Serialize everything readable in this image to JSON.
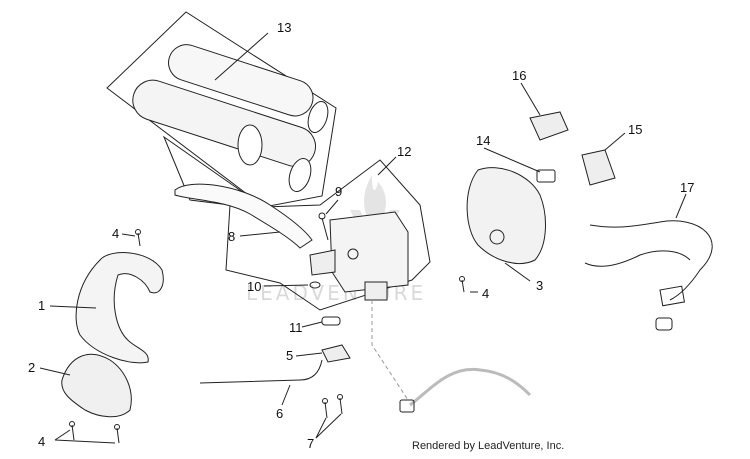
{
  "callouts": {
    "c1": "1",
    "c2": "2",
    "c3": "3",
    "c4a": "4",
    "c4b": "4",
    "c4c": "4",
    "c5": "5",
    "c6": "6",
    "c7": "7",
    "c8": "8",
    "c9": "9",
    "c10": "10",
    "c11": "11",
    "c12": "12",
    "c13": "13",
    "c14": "14",
    "c15": "15",
    "c16": "16",
    "c17": "17"
  },
  "watermark": "LEADVENTURE",
  "footer": "Rendered by LeadVenture, Inc."
}
